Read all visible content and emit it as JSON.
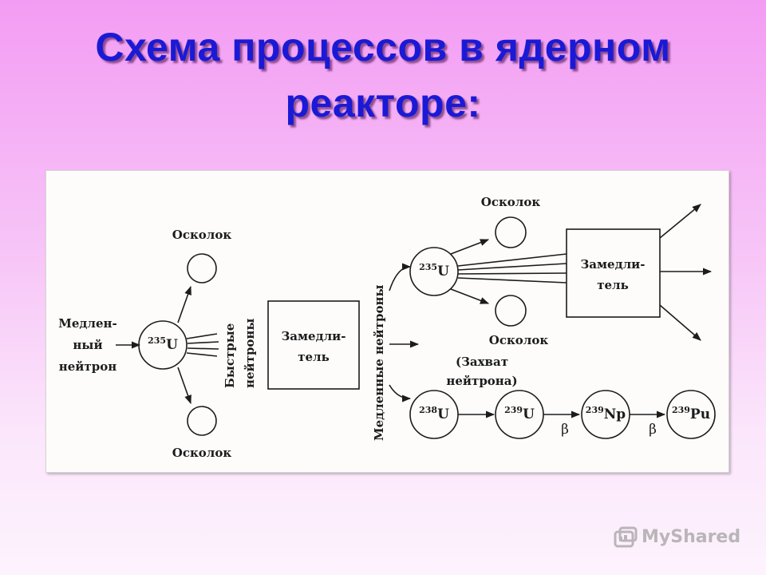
{
  "title": {
    "line1": "Схема процессов в ядерном",
    "line2": "реакторе:"
  },
  "diagram": {
    "input_label": [
      "Медлен-",
      "ный",
      "нейтрон"
    ],
    "fragment_label": "Осколок",
    "fast_neutrons": [
      "Быстрые",
      "нейтроны"
    ],
    "moderator": [
      "Замедли-",
      "тель"
    ],
    "slow_neutrons": "Медленные нейтроны",
    "capture": [
      "(Захват",
      "нейтрона)"
    ],
    "nuclei": {
      "u235_mass": "235",
      "u235_symbol": "U",
      "u238_mass": "238",
      "u238_symbol": "U",
      "u239_mass": "239",
      "u239_symbol": "U",
      "np239_mass": "239",
      "np239_symbol": "Np",
      "pu239_mass": "239",
      "pu239_symbol": "Pu"
    },
    "beta": "β"
  },
  "watermark": "MyShared"
}
